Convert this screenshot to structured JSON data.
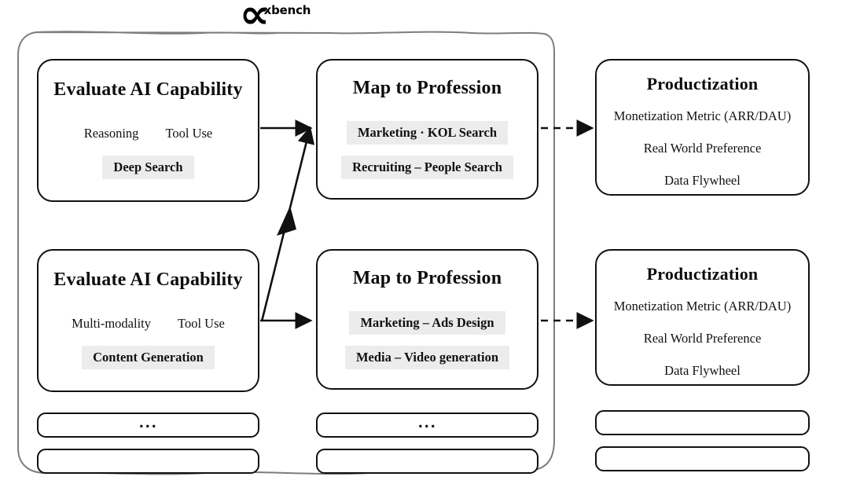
{
  "logo": {
    "mark": "∝",
    "word": "xbench"
  },
  "diagram": {
    "type": "flow-diagram",
    "columns": [
      "Evaluate AI Capability",
      "Map to Profession",
      "Productization"
    ],
    "outer_container_label": "",
    "chip_background": "#ececec",
    "stroke_color": "#111111",
    "container_stroke_color": "#7d7d7d"
  },
  "rows": [
    {
      "capability": {
        "title": "Evaluate AI Capability",
        "tags": [
          "Reasoning",
          "Tool Use"
        ],
        "chip": "Deep Search"
      },
      "profession": {
        "title": "Map to Profession",
        "chips": [
          "Marketing · KOL Search",
          "Recruiting – People Search"
        ]
      },
      "productization": {
        "title": "Productization",
        "lines": [
          "Monetization Metric (ARR/DAU)",
          "Real World Preference",
          "Data Flywheel"
        ]
      }
    },
    {
      "capability": {
        "title": "Evaluate AI Capability",
        "tags": [
          "Multi-modality",
          "Tool Use"
        ],
        "chip": "Content Generation"
      },
      "profession": {
        "title": "Map to Profession",
        "chips": [
          "Marketing – Ads Design",
          "Media – Video generation"
        ]
      },
      "productization": {
        "title": "Productization",
        "lines": [
          "Monetization Metric (ARR/DAU)",
          "Real World Preference",
          "Data Flywheel"
        ]
      }
    }
  ],
  "placeholders": {
    "left": [
      "...",
      ""
    ],
    "middle": [
      "...",
      ""
    ],
    "right": [
      "",
      ""
    ]
  },
  "arrows": [
    {
      "name": "cap1-to-map1",
      "style": "solid",
      "direction": "right"
    },
    {
      "name": "cap2-to-map2",
      "style": "solid",
      "direction": "right"
    },
    {
      "name": "cap2-to-map1-diagonal",
      "style": "solid",
      "direction": "both"
    },
    {
      "name": "map1-to-prod1",
      "style": "dashed",
      "direction": "right"
    },
    {
      "name": "map2-to-prod2",
      "style": "dashed",
      "direction": "right"
    }
  ]
}
